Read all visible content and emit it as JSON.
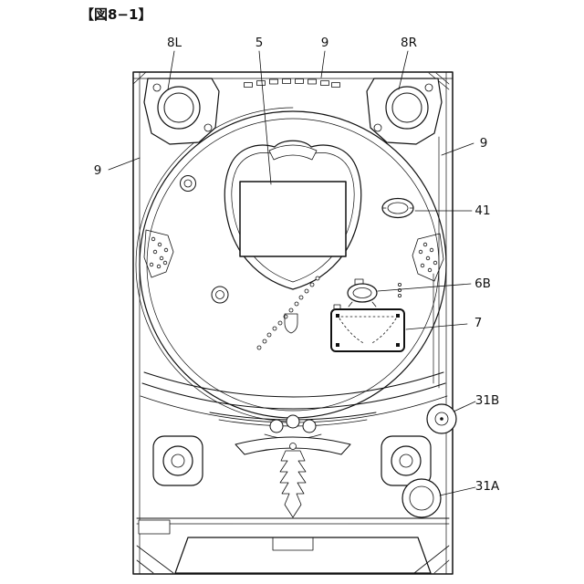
{
  "figure": {
    "title": "【図8−1】",
    "labels": [
      {
        "id": "8L",
        "text": "8L"
      },
      {
        "id": "5",
        "text": "5"
      },
      {
        "id": "9-top",
        "text": "9"
      },
      {
        "id": "8R",
        "text": "8R"
      },
      {
        "id": "9-right",
        "text": "9"
      },
      {
        "id": "9-left",
        "text": "9"
      },
      {
        "id": "41",
        "text": "41"
      },
      {
        "id": "6B",
        "text": "6B"
      },
      {
        "id": "7",
        "text": "7"
      },
      {
        "id": "31B",
        "text": "31B"
      },
      {
        "id": "31A",
        "text": "31A"
      }
    ],
    "colors": {
      "line": "#111111",
      "background": "#ffffff"
    }
  }
}
